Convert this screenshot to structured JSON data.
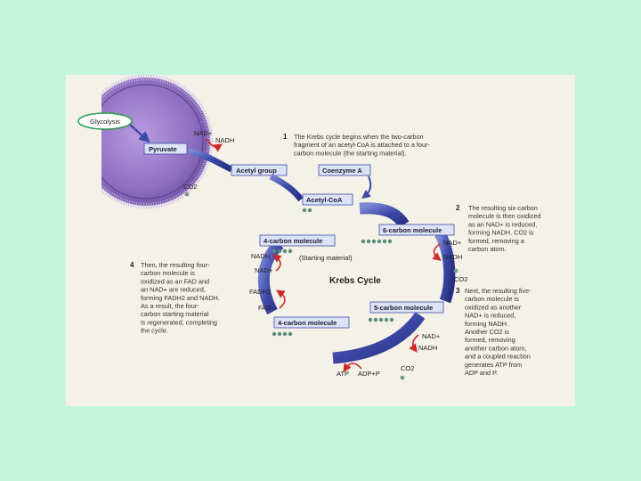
{
  "labels": {
    "glycolysis": "Glycolysis",
    "pyruvate": "Pyruvate",
    "nad_plus": "NAD+",
    "nadh": "NADH",
    "co2": "CO2",
    "acetyl_group": "Acetyl group",
    "coenzyme_a": "Coenzyme A",
    "acetyl_coa": "Acetyl-CoA",
    "six_carbon": "6-carbon molecule",
    "five_carbon": "5-carbon molecule",
    "four_carbon_top": "4-carbon molecule",
    "four_carbon_bottom": "4-carbon molecule",
    "starting_material": "(Starting material)",
    "krebs_cycle": "Krebs Cycle",
    "fadh2": "FADH2",
    "fad": "FAD",
    "atp": "ATP",
    "adp_p": "ADP+P"
  },
  "steps": [
    {
      "number": "1",
      "lines": [
        "The Krebs cycle begins when the two-carbon",
        "fragment of an acetyl-CoA is attached to a four-",
        "carbon molecule (the starting material)."
      ]
    },
    {
      "number": "2",
      "lines": [
        "The resulting six-carbon",
        "molecule is then oxidized",
        "as an NAD+ is reduced,",
        "forming NADH. CO2 is",
        "formed, removing a",
        "carbon atom."
      ]
    },
    {
      "number": "3",
      "lines": [
        "Next, the resulting five-",
        "carbon molecule is",
        "oxidized as another",
        "NAD+ is reduced,",
        "forming NADH.",
        "Another CO2 is",
        "formed, removing",
        "another carbon atom,",
        "and a coupled reaction",
        "generates ATP from",
        "ADP and P."
      ]
    },
    {
      "number": "4",
      "lines": [
        "Then, the resulting four-",
        "carbon molecule is",
        "oxidized as an FAD and",
        "an NAD+ are reduced,",
        "forming FADH2 and NADH.",
        "As a result, the four-",
        "carbon starting material",
        "is regenerated, completing",
        "the cycle."
      ]
    }
  ],
  "colors": {
    "page_background": "#c3f5dc",
    "figure_background": "#f4f1e8",
    "mitochondrion": "#8e6fc0",
    "arrow_blue": "#3d49a8",
    "box_fill": "#dde3f4",
    "red_arrow": "#cc2a2a",
    "glycolysis_outline": "#2e9c4c"
  }
}
